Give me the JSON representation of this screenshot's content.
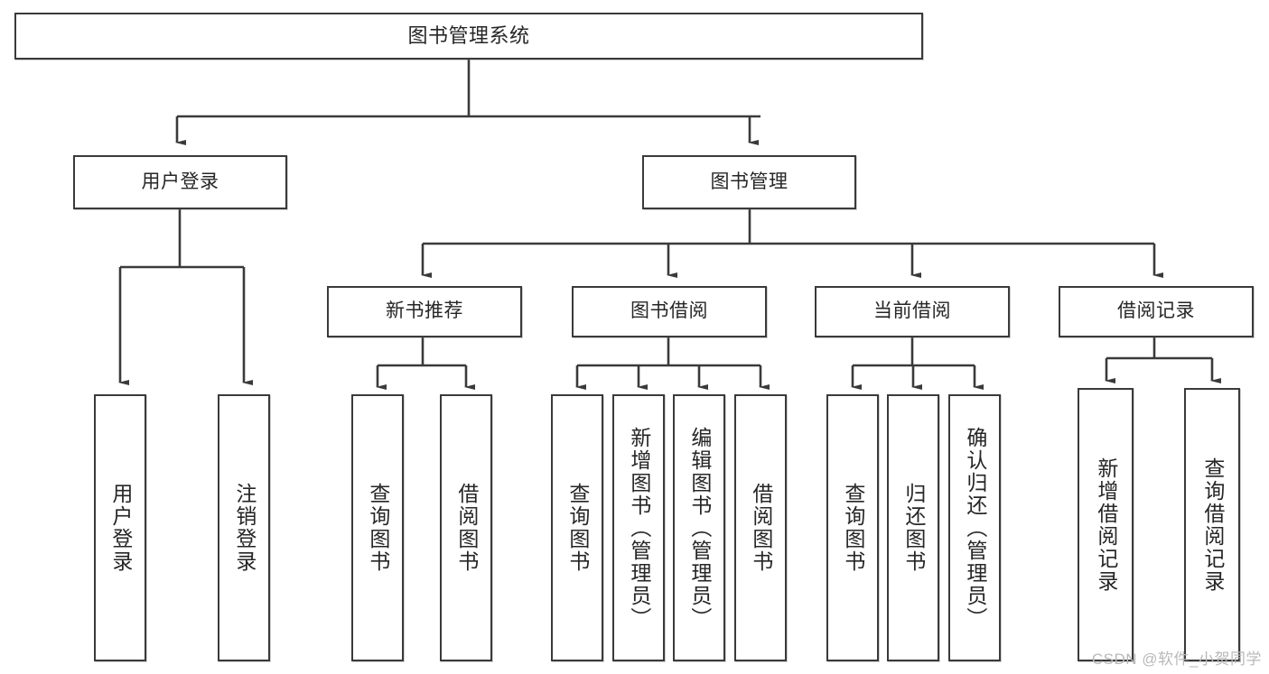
{
  "diagram": {
    "type": "tree-hierarchy-chart",
    "title": "图书管理系统",
    "watermark": "CSDN @软件_小贺同学",
    "colors": {
      "stroke": "#3a3a3a",
      "text": "#262626",
      "background": "#ffffff",
      "watermark": "#b9b9b9"
    },
    "nodes": {
      "root": {
        "label": "图书管理系统"
      },
      "level2": [
        {
          "label": "用户登录"
        },
        {
          "label": "图书管理"
        }
      ],
      "level3": [
        {
          "label": "新书推荐"
        },
        {
          "label": "图书借阅"
        },
        {
          "label": "当前借阅"
        },
        {
          "label": "借阅记录"
        }
      ],
      "leaves_user_login": [
        {
          "label": "用户登录"
        },
        {
          "label": "注销登录"
        }
      ],
      "leaves_new_books": [
        {
          "label": "查询图书"
        },
        {
          "label": "借阅图书"
        }
      ],
      "leaves_borrow": [
        {
          "label": "查询图书"
        },
        {
          "label": "新增图书（管理员）"
        },
        {
          "label": "编辑图书（管理员）"
        },
        {
          "label": "借阅图书"
        }
      ],
      "leaves_current": [
        {
          "label": "查询图书"
        },
        {
          "label": "归还图书"
        },
        {
          "label": "确认归还（管理员）"
        }
      ],
      "leaves_records": [
        {
          "label": "新增借阅记录"
        },
        {
          "label": "查询借阅记录"
        }
      ]
    }
  }
}
